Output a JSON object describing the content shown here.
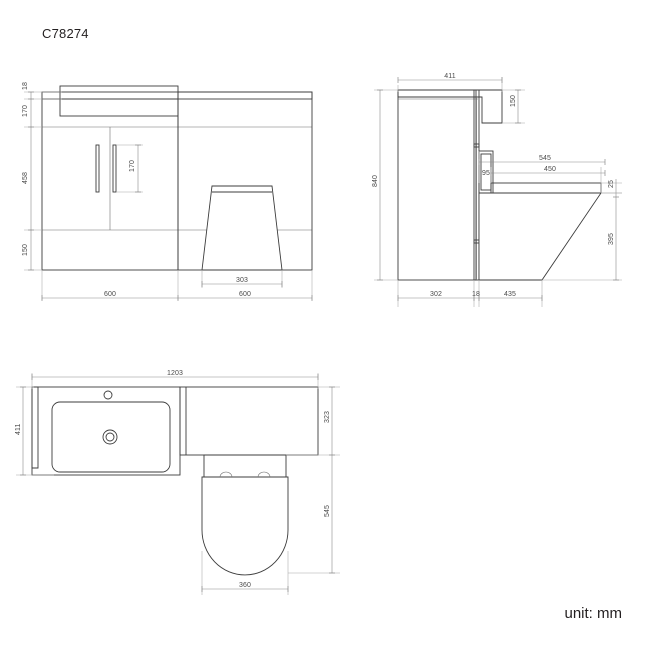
{
  "sheet": {
    "title": "C78274",
    "unit_note": "unit: mm",
    "background_color": "#ffffff",
    "line_color": "#3c3c3c",
    "dimension_color": "#8a8a8a",
    "text_color": "#231f20"
  },
  "views": {
    "front": {
      "name": "front-elevation",
      "dimensions": {
        "worktop_thickness": "18",
        "drawer_height": "170",
        "door_height": "458",
        "plinth_height": "150",
        "handle_length": "170",
        "cabinet_width": "600",
        "pan_width": "303",
        "overall_width": "600"
      }
    },
    "side": {
      "name": "side-elevation",
      "dimensions": {
        "top_depth": "411",
        "worktop_drop": "150",
        "overall_height": "840",
        "cistern_projection": "545",
        "pan_projection": "450",
        "inset": "95",
        "seat_lip": "25",
        "pan_height": "395",
        "cabinet_depth": "302",
        "panel_thickness": "18",
        "pan_depth": "435"
      }
    },
    "plan": {
      "name": "plan-view",
      "dimensions": {
        "overall_length": "1203",
        "basin_depth": "411",
        "worktop_depth": "323",
        "pan_length": "545",
        "pan_width": "360"
      }
    }
  }
}
